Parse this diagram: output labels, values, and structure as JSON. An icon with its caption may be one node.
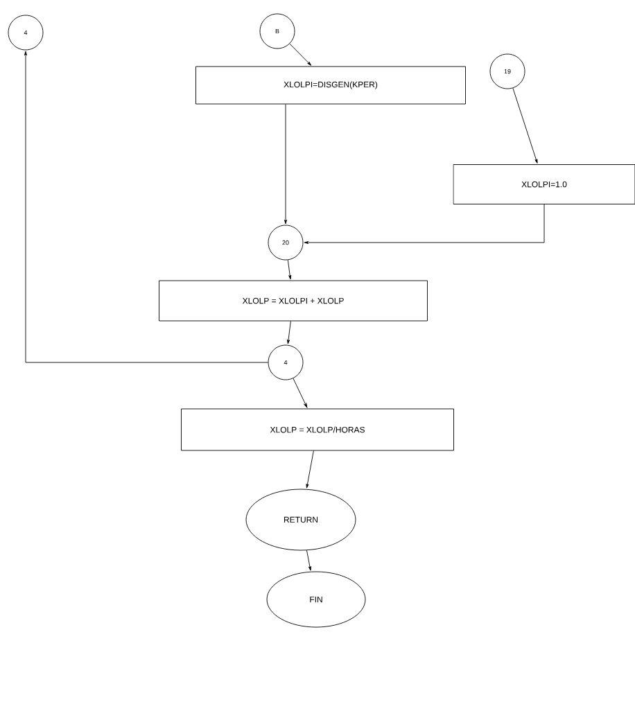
{
  "diagram": {
    "nodes": [
      {
        "text": [
          "4"
        ]
      },
      {
        "text": [
          "B"
        ]
      },
      {
        "text": [
          "XLOLPI=DISGEN(KPER)"
        ]
      },
      {
        "text": [
          "19"
        ]
      },
      {
        "text": [
          "XLOLPI=1.0"
        ]
      },
      {
        "text": [
          "20"
        ]
      },
      {
        "text": [
          "XLOLP = XLOLPI + XLOLP"
        ]
      },
      {
        "text": [
          "4"
        ]
      },
      {
        "text": [
          "XLOLP = XLOLP/HORAS"
        ]
      },
      {
        "text": [
          "RETURN"
        ]
      },
      {
        "text": [
          "FIN"
        ]
      }
    ],
    "edges": [
      {
        "from": 1,
        "to": 2,
        "arrow": "to"
      },
      {
        "from": 2,
        "to": 5,
        "arrow": "to"
      },
      {
        "from": 3,
        "to": 4,
        "arrow": "to"
      },
      {
        "from": 4,
        "to": 5,
        "arrow": "to"
      },
      {
        "from": 5,
        "to": 6,
        "arrow": "to"
      },
      {
        "from": 6,
        "to": 7,
        "arrow": "to"
      },
      {
        "from": 7,
        "to": 0,
        "arrow": "to"
      },
      {
        "from": 7,
        "to": 8,
        "arrow": "to"
      },
      {
        "from": 8,
        "to": 9,
        "arrow": "to"
      },
      {
        "from": 9,
        "to": 10,
        "arrow": "to"
      }
    ]
  }
}
